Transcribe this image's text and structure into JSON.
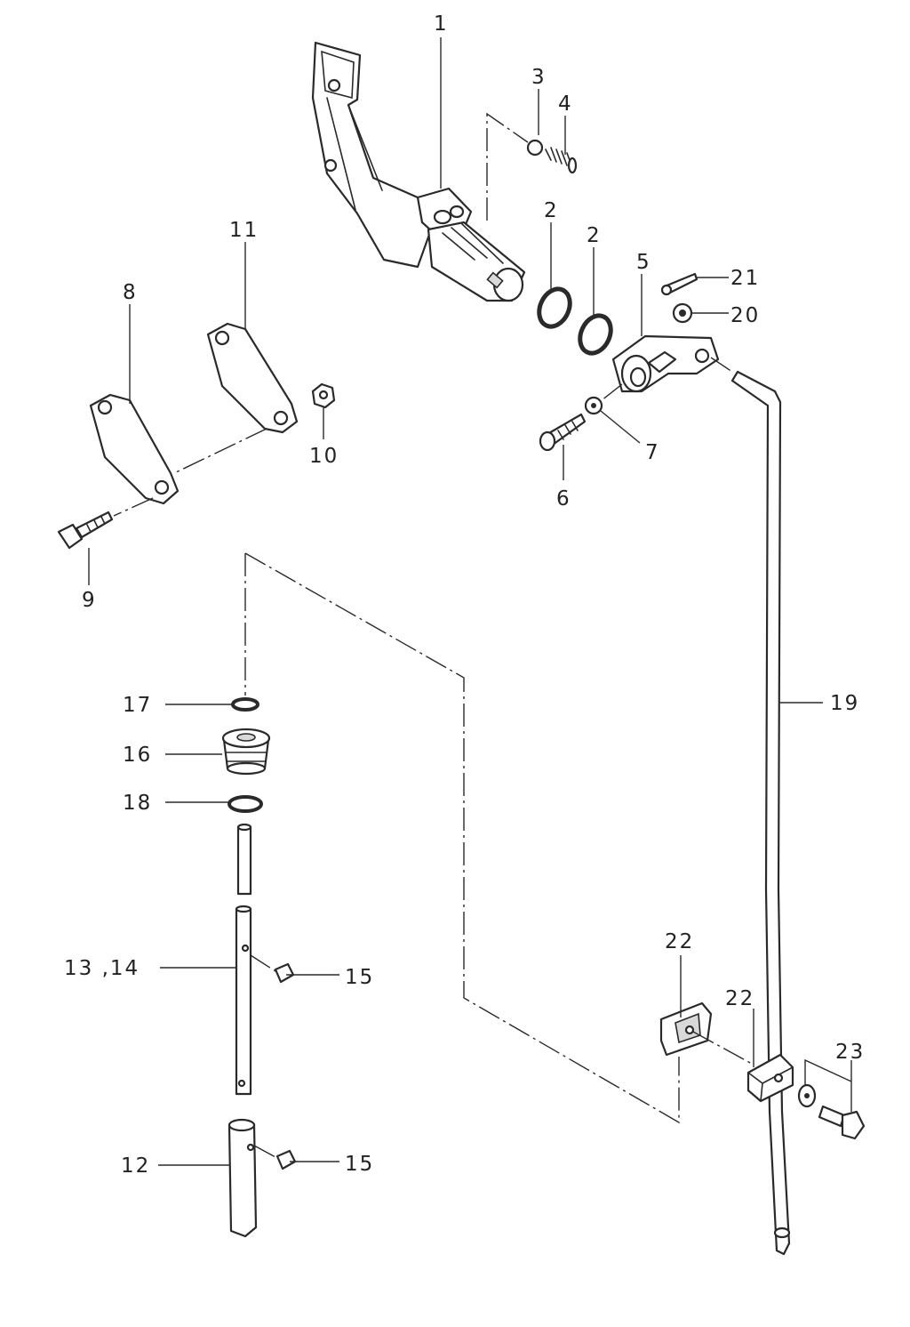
{
  "labels": {
    "l1": "1",
    "l2a": "2",
    "l2b": "2",
    "l3": "3",
    "l4": "4",
    "l5": "5",
    "l6": "6",
    "l7": "7",
    "l8": "8",
    "l9": "9",
    "l10": "10",
    "l11": "11",
    "l12": "12",
    "l13_14": "13 ,14",
    "l15a": "15",
    "l15b": "15",
    "l16": "16",
    "l17": "17",
    "l18": "18",
    "l19": "19",
    "l20": "20",
    "l21": "21",
    "l22a": "22",
    "l22b": "22",
    "l23": "23"
  }
}
